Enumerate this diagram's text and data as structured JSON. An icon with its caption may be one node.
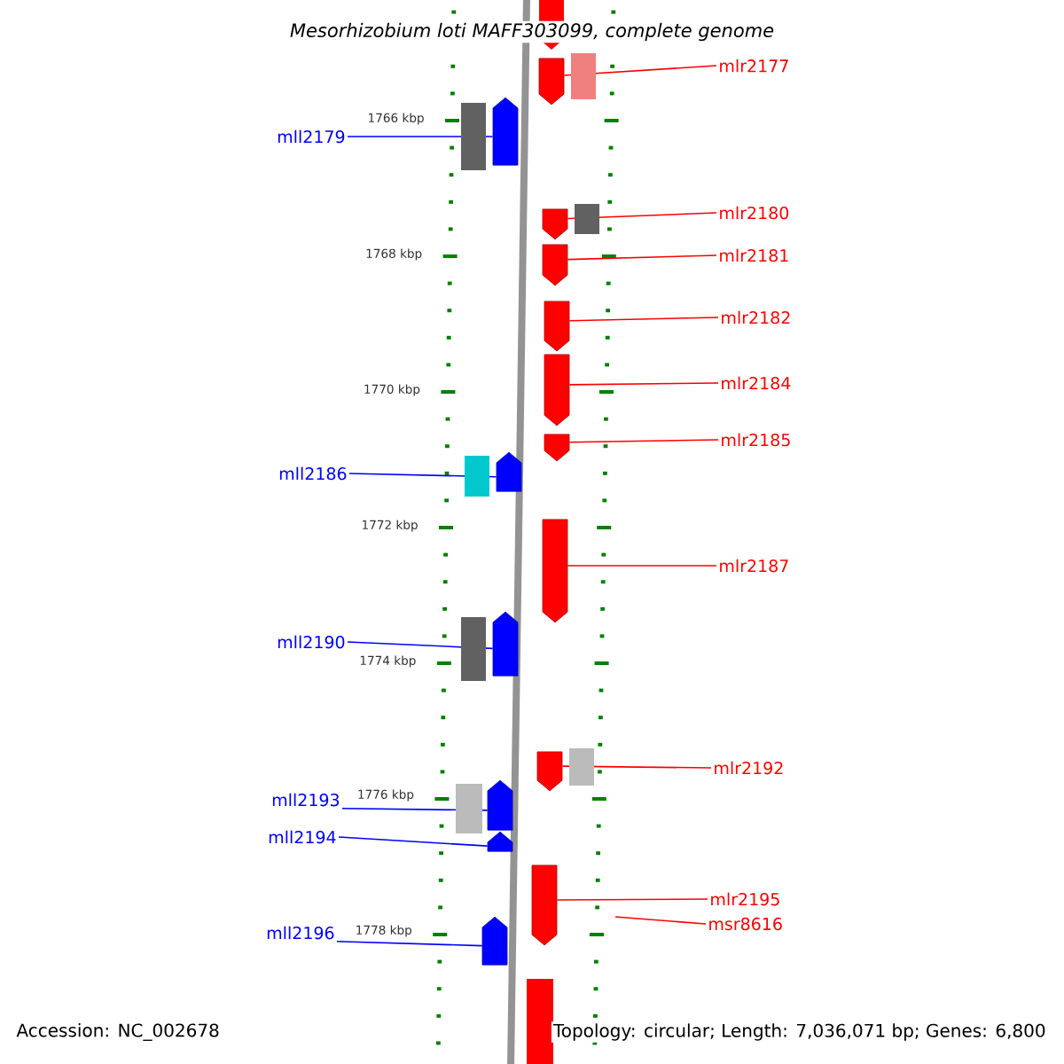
{
  "diagram": {
    "title": "Mesorhizobium loti MAFF303099, complete genome",
    "nodes": [
      {
        "text": [
          "mlr2177"
        ]
      },
      {
        "text": [],
        "shape": "pentagon"
      },
      {
        "text": [
          "mll2179"
        ]
      },
      {
        "text": [],
        "shape": "pentagon"
      },
      {
        "text": [
          "mlr2180"
        ]
      },
      {
        "text": [],
        "shape": "pentagon"
      },
      {
        "text": [
          "mlr2181"
        ]
      },
      {
        "text": [],
        "shape": "pentagon"
      },
      {
        "text": [
          "mlr2182"
        ]
      },
      {
        "text": [],
        "shape": "pentagon"
      },
      {
        "text": [
          "mlr2184"
        ]
      },
      {
        "text": [],
        "shape": "pentagon"
      },
      {
        "text": [
          "mlr2185"
        ]
      },
      {
        "text": [],
        "shape": "pentagon"
      },
      {
        "text": [
          "mll2186"
        ]
      },
      {
        "text": [],
        "shape": "pentagon"
      },
      {
        "text": [
          "mlr2187"
        ]
      },
      {
        "text": [],
        "shape": "pentagon"
      },
      {
        "text": [
          "mll2190"
        ]
      },
      {
        "text": [],
        "shape": "pentagon"
      },
      {
        "text": [
          "mlr2192"
        ]
      },
      {
        "text": [],
        "shape": "pentagon"
      },
      {
        "text": [
          "mll2193"
        ]
      },
      {
        "text": [],
        "shape": "pentagon"
      },
      {
        "text": [
          "mll2194"
        ]
      },
      {
        "text": [],
        "shape": "pentagon"
      },
      {
        "text": [
          "mlr2195"
        ]
      },
      {
        "text": [],
        "shape": "pentagon"
      },
      {
        "text": [
          "msr8616"
        ]
      },
      {
        "text": [
          "mll2196"
        ]
      },
      {
        "text": [],
        "shape": "pentagon"
      }
    ],
    "edges": [
      {
        "from": 0,
        "to": 1,
        "arrow": "none"
      },
      {
        "from": 2,
        "to": 3,
        "arrow": "none",
        "color": "#0000ff"
      },
      {
        "from": 4,
        "to": 5,
        "arrow": "none"
      },
      {
        "from": 6,
        "to": 7,
        "arrow": "none"
      },
      {
        "from": 8,
        "to": 9,
        "arrow": "none"
      },
      {
        "from": 10,
        "to": 11,
        "arrow": "none"
      },
      {
        "from": 12,
        "to": 13,
        "arrow": "none"
      },
      {
        "from": 14,
        "to": 15,
        "arrow": "none",
        "color": "#0000ff"
      },
      {
        "from": 16,
        "to": 17,
        "arrow": "none"
      },
      {
        "from": 18,
        "to": 19,
        "arrow": "none",
        "color": "#0000ff"
      },
      {
        "from": 20,
        "to": 21,
        "arrow": "none"
      },
      {
        "from": 22,
        "to": 23,
        "arrow": "none",
        "color": "#0000ff"
      },
      {
        "from": 24,
        "to": 25,
        "arrow": "none",
        "color": "#0000ff"
      },
      {
        "from": 26,
        "to": 27,
        "arrow": "none"
      },
      {
        "from": 28,
        "to": null,
        "arrow": "none"
      },
      {
        "from": 29,
        "to": 30,
        "arrow": "none",
        "color": "#0000ff"
      }
    ],
    "labels": [
      "1766 kbp",
      "1768 kbp",
      "1770 kbp",
      "1772 kbp",
      "1774 kbp",
      "1776 kbp",
      "1778 kbp",
      "Accession: NC_002678",
      "Topology: circular; Length: 7,036,071 bp; Genes: 6,800"
    ]
  }
}
